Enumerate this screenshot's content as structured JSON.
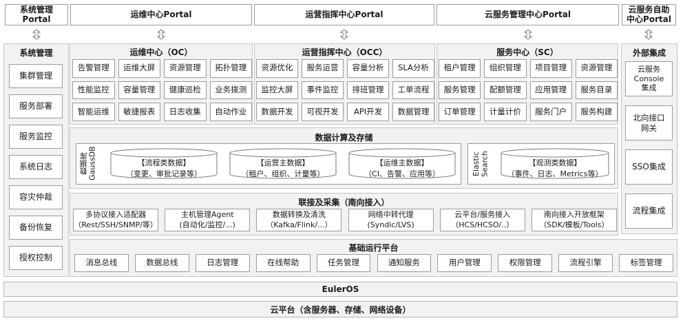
{
  "portals": {
    "system": [
      "系统管理",
      "Portal"
    ],
    "ops": "运维中心Portal",
    "occ": "运营指挥中心Portal",
    "cloud": "云服务管理中心Portal",
    "self": [
      "云服务自助",
      "中心Portal"
    ]
  },
  "left": {
    "title": "系统管理",
    "items": [
      "集群管理",
      "服务部署",
      "服务监控",
      "系统日志",
      "容灾仲裁",
      "备份恢复",
      "授权控制"
    ]
  },
  "right": {
    "title": "外部集成",
    "items": [
      [
        "云服务",
        "Console",
        "集成"
      ],
      [
        "北向接口",
        "网关"
      ],
      [
        "SSO集成"
      ],
      [
        "流程集成"
      ]
    ]
  },
  "oc": {
    "title": "运维中心（OC）",
    "cells": [
      "告警管理",
      "运维大屏",
      "资源管理",
      "拓扑管理",
      "性能监控",
      "容量管理",
      "健康巡检",
      "业务拨测",
      "智能运维",
      "敏捷报表",
      "日志收集",
      "自动作业"
    ]
  },
  "occ": {
    "title": "运营指挥中心（OCC）",
    "cells": [
      "资源优化",
      "服务运营",
      "容量分析",
      "SLA分析",
      "监控大屏",
      "事件监控",
      "排班管理",
      "工单流程",
      "数据开发",
      "可视开发",
      "API开发",
      "数据管理"
    ]
  },
  "sc": {
    "title": "服务中心（SC）",
    "cells": [
      "租户管理",
      "组织管理",
      "项目管理",
      "资源管理",
      "服务管理",
      "配额管理",
      "应用管理",
      "服务目录",
      "订单管理",
      "计量计价",
      "服务门户",
      "服务构建"
    ]
  },
  "data": {
    "title": "数据计算及存储",
    "gauss_label": [
      "数据库",
      "GaussDB"
    ],
    "es_label": [
      "Elastic",
      "Search"
    ],
    "stores": [
      [
        "【流程类数据】",
        "（变更、审批记录等）"
      ],
      [
        "【运营主数据】",
        "（租户、组织、计量等）"
      ],
      [
        "【运维主数据】",
        "（CI、告警、应用等）"
      ],
      [
        "【观测类数据】",
        "（事件、日志、Metrics等）"
      ]
    ]
  },
  "collect": {
    "title": "联接及采集（南向接入）",
    "items": [
      [
        "多协议接入适配器",
        "（Rest/SSH/SNMP/等）"
      ],
      [
        "主机管理Agent",
        "(自动化/监控/...)"
      ],
      [
        "数据转换及清洗",
        "（Kafka/Flink/...）"
      ],
      [
        "网络中转代理",
        "(Syndic/LVS)"
      ],
      [
        "云平台/服务接入",
        "（HCS/HCSO/..）"
      ],
      [
        "南向接入开放框架",
        "（SDK/模板/Tools）"
      ]
    ]
  },
  "base": {
    "title": "基础运行平台",
    "items": [
      "消息总线",
      "数据总线",
      "日志管理",
      "在线帮助",
      "任务管理",
      "通知服务",
      "用户管理",
      "权限管理",
      "流程引擎",
      "标签管理"
    ]
  },
  "euler": "EulerOS",
  "cloud_platform": "云平台（含服务器、存储、网络设备）",
  "icons": {
    "bidirectional": "up-down-arrow-icon"
  }
}
